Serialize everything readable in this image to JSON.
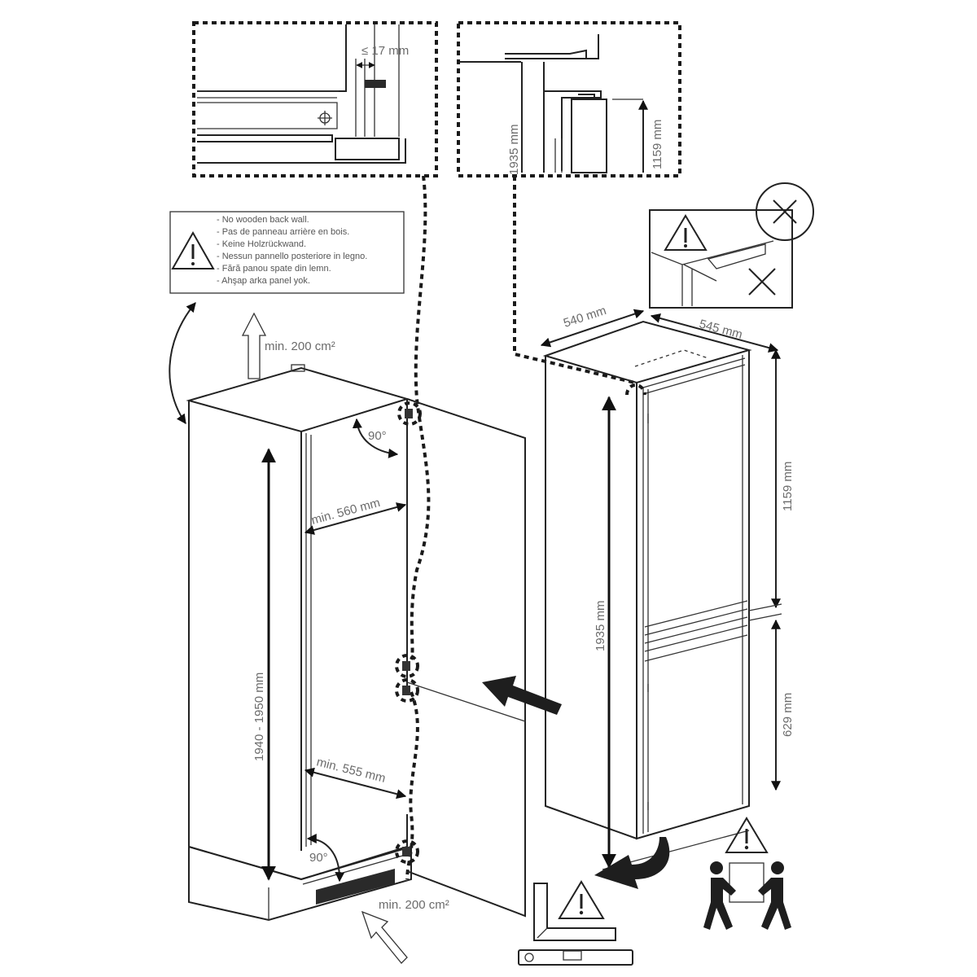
{
  "diagram": {
    "title": "Built-in fridge-freezer installation diagram",
    "colors": {
      "line": "#222222",
      "dimension_text": "#6b6b6b",
      "fill_dark": "#1e1e1e",
      "background": "#ffffff"
    }
  },
  "detail_left": {
    "gap_label": "≤ 17 mm"
  },
  "detail_right": {
    "height_total": "1935 mm",
    "height_upper": "1159 mm"
  },
  "warning_box": {
    "lines": [
      "- No wooden back wall.",
      "- Pas de panneau arrière en bois.",
      "- Keine Holzrückwand.",
      "- Nessun pannello posteriore in legno.",
      "- Fără panou spate din lemn.",
      "- Ahşap arka panel yok."
    ]
  },
  "cabinet": {
    "vent_top": "min. 200 cm²",
    "angle_top": "90°",
    "width_top": "min. 560 mm",
    "height_range": "1940 - 1950 mm",
    "width_bottom": "min. 555 mm",
    "angle_bottom": "90°",
    "vent_bottom": "min. 200 cm²"
  },
  "appliance": {
    "width": "540 mm",
    "depth": "545 mm",
    "height_total": "1935 mm",
    "height_upper": "1159 mm",
    "height_lower": "629 mm"
  },
  "icons": [
    "warning-triangle-icon",
    "prohibited-x-icon",
    "two-person-lift-icon",
    "square-ruler-icon",
    "spirit-level-icon",
    "push-arrow-icon",
    "rotate-arrow-icon"
  ]
}
